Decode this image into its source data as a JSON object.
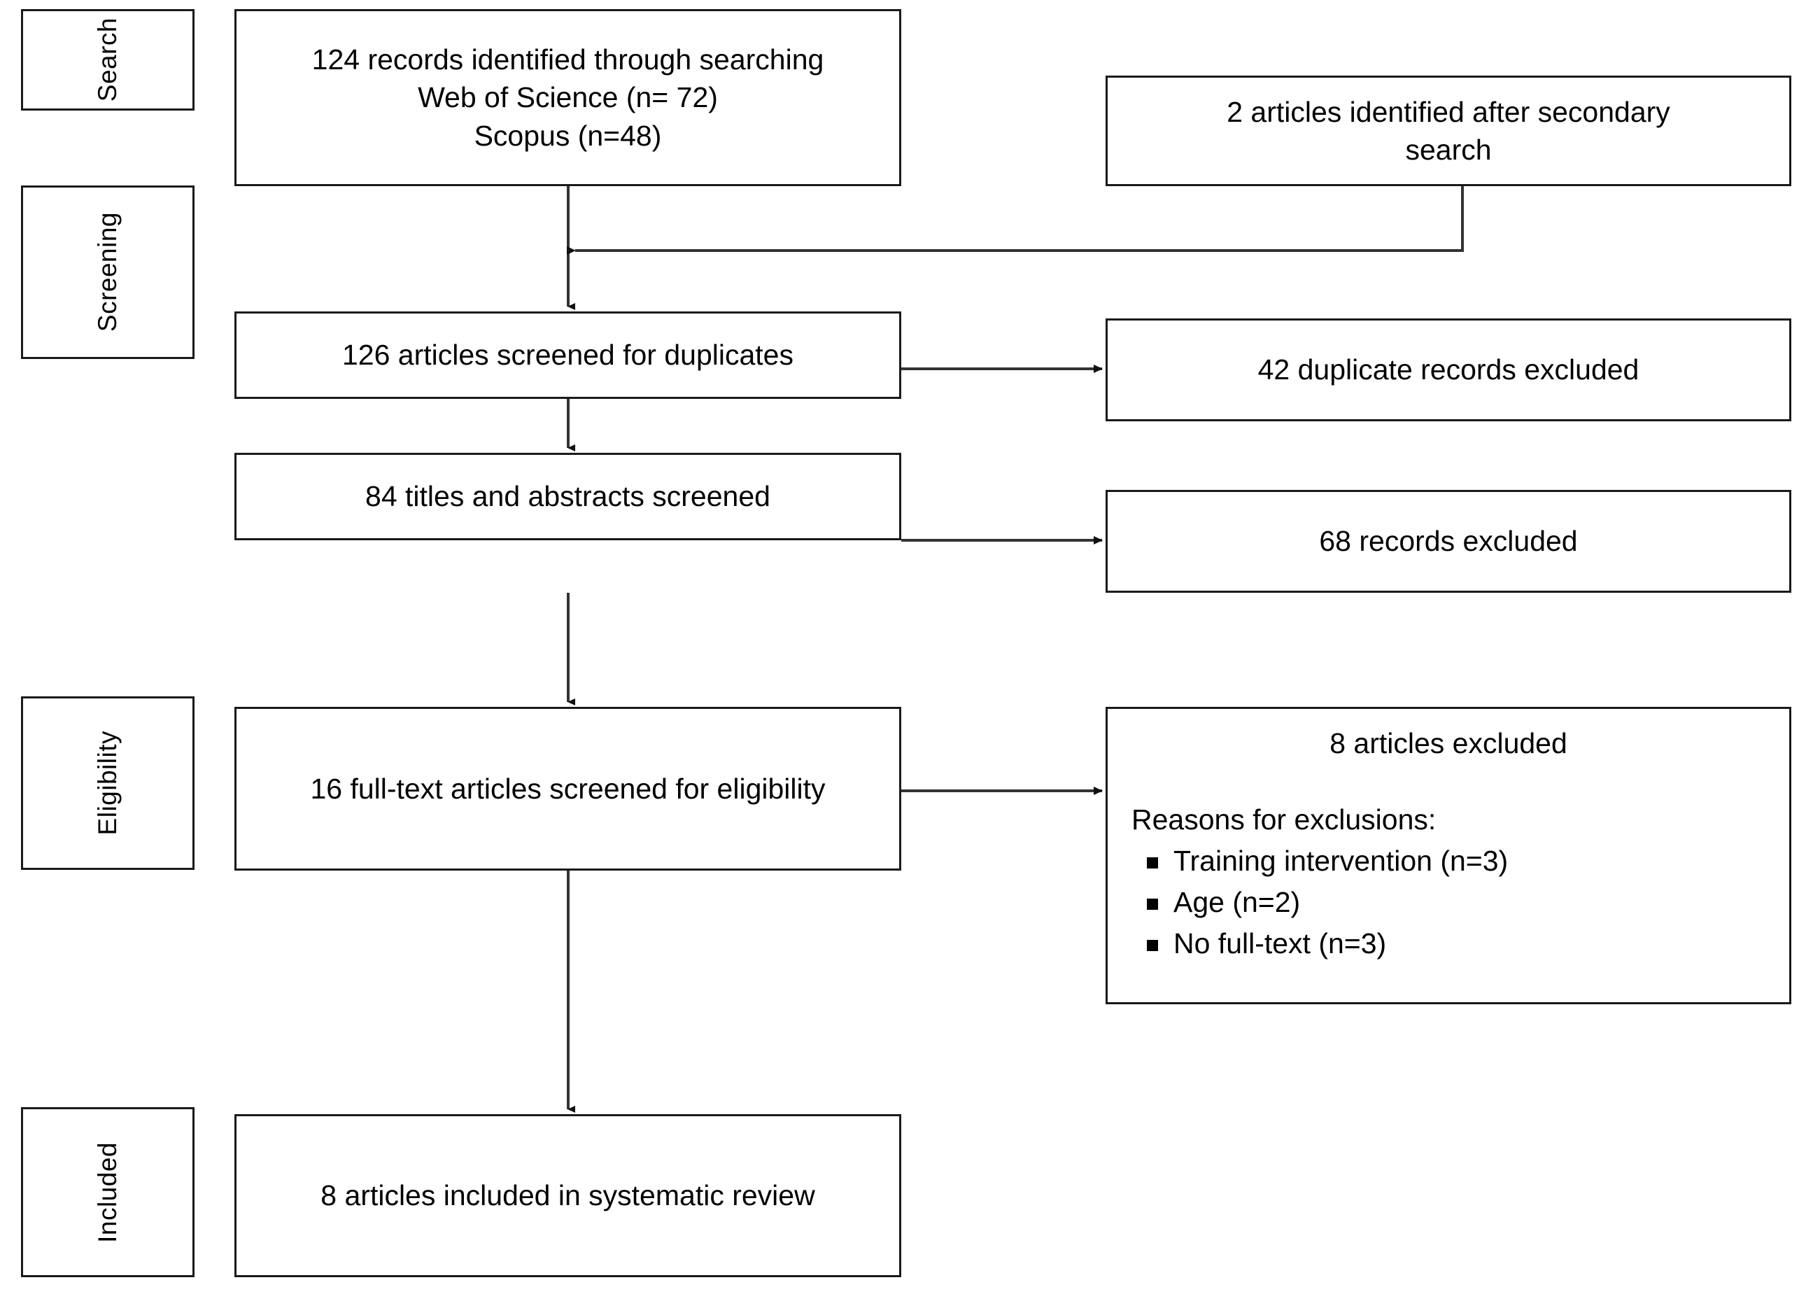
{
  "diagram": {
    "type": "prisma-flow-diagram",
    "stages": [
      {
        "key": "search",
        "label": "Search"
      },
      {
        "key": "screening",
        "label": "Screening"
      },
      {
        "key": "eligibility",
        "label": "Eligibility"
      },
      {
        "key": "included",
        "label": "Included"
      }
    ],
    "nodes": {
      "identified": {
        "text": "124 records identified through searching\nWeb of Science (n= 72)\nScopus (n=48)"
      },
      "secondary": {
        "text": "2 articles identified after secondary\nsearch"
      },
      "duplicates_screened": {
        "text": "126 articles screened for duplicates"
      },
      "duplicates_excluded": {
        "text": "42 duplicate records excluded"
      },
      "titles_screened": {
        "text": "84 titles and abstracts screened"
      },
      "records_excluded": {
        "text": "68 records excluded"
      },
      "fulltext_screened": {
        "text": "16 full-text articles screened for eligibility"
      },
      "articles_excluded": {
        "title": "8 articles excluded",
        "subtitle": "Reasons for exclusions:",
        "reasons": [
          "Training intervention (n=3)",
          "Age (n=2)",
          "No full-text (n=3)"
        ]
      },
      "included_final": {
        "text": "8 articles included in systematic review"
      }
    },
    "colors": {
      "border": "#1a1a1a",
      "text": "#000000",
      "background": "#ffffff",
      "connector": "#333333"
    }
  }
}
